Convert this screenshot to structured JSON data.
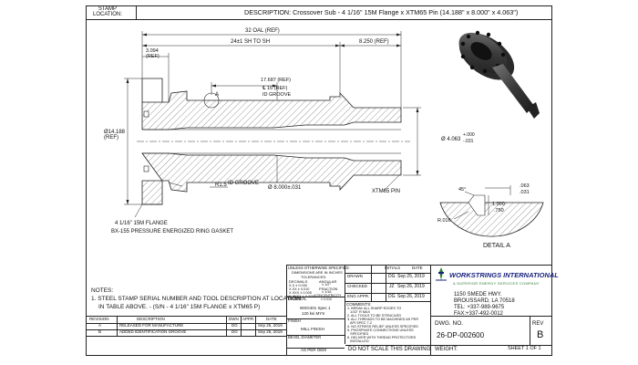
{
  "header": {
    "stamp_label": "STAMP\nLOCATION:",
    "description": "DESCRIPTION: Crossover Sub -  4 1/16\" 15M Flange x XTM65 Pin (14.188\" x 8.000\" x 4.063\")"
  },
  "dimensions": {
    "oal": "32 OAL (REF)",
    "sh_to_sh": "24±1 SH TO SH",
    "pin_len": "8.250 (REF)",
    "flange_thk": "3.094\n(REF)",
    "groove_loc": "17.687 (REF)",
    "cl_ref": "℄ 16 (REF)",
    "id_groove_top": "ID GROOVE",
    "detail_callout": "A",
    "od_flange": "Ø14.188\n(REF)",
    "od_pin": "Ø 4.063",
    "od_pin_tol_top": "+.000",
    "od_pin_tol_bot": "-.031",
    "radius": "R1.5",
    "id_groove_bot": "ID GROOVE",
    "bore": "Ø 8.000±.031",
    "xtm_pin": "XTM65 PIN",
    "flange_note_1": "4 1/16\" 15M FLANGE",
    "flange_note_2": "BX-155 PRESSURE ENERGIZED RING GASKET"
  },
  "detail": {
    "title": "DETAIL A",
    "angle": "45°",
    "tol_top": ".063",
    "tol_bot": ".031",
    "depth_top": "1.000",
    "depth_bot": ".750",
    "radius": "R.016"
  },
  "notes": {
    "title": "NOTES:",
    "line1": "1. STEEL STAMP SERIAL NUMBER AND TOOL DESCRIPTION AT LOCATION",
    "line2": "IN TABLE ABOVE. - (S/N - 4 1/16\" 15M FLANGE x XTM65 P)"
  },
  "revisions": {
    "headers": [
      "REVISION",
      "DESCRIPTION",
      "DWN",
      "APPR",
      "DATE"
    ],
    "rows": [
      [
        "A",
        "RELEASED FOR MANUFACTURE",
        "DG",
        "",
        "Sep 25, 2019"
      ],
      [
        "B",
        "ADDED IDENTIFICATION GROOVE",
        "DG",
        "",
        "Sep 26, 2019"
      ]
    ]
  },
  "spec_block": {
    "unless": "UNLESS OTHERWISE SPECIFIED:",
    "dims": "DIMENSIONS ARE IN INCHES",
    "tol": "TOLERANCES:",
    "dec_label": "DECIMALS",
    "dec1": "X.X ± 0.030",
    "dec2": "X.XX ± 0.010",
    "dec3": "X.XXX ± 0.005",
    "dec4": "X.XXXX ± 0.0005",
    "ang_label": "ANGULAR",
    "ang1": "± 1/2°",
    "frac_label": "FRACTION",
    "frac1": "± 1/16",
    "conc_label": "CONCENTRICITY",
    "conc1": "± 0.010",
    "material_label": "MATERIAL",
    "material1": "WSG401 Spec 1",
    "material2": "120 ksi MYS",
    "finish_label": "FINISH",
    "finish1": "MILL FINISH",
    "bevel_label": "BEVEL DIAMETER",
    "bevel1": "AS PER OEM"
  },
  "approvals": {
    "headers": [
      "",
      "INITIALS",
      "DATE"
    ],
    "rows": [
      [
        "DRAWN",
        "DG",
        "Sep 25, 2019"
      ],
      [
        "CHECKED",
        "JZ",
        "Sep 26, 2019"
      ],
      [
        "ENG APPR.",
        "DG",
        "Sep 26, 2019"
      ]
    ]
  },
  "comments": {
    "title": "COMMENTS:",
    "lines": [
      "1. BREAK ALL SHARP EDGES TO",
      "   1/32\" R MAX",
      "2. ALL TOOLS TO BE STENCILED",
      "3. ALL THREADS TO BE MACHINED AS PER",
      "   API SPEC 7-2",
      "4. NO STRESS RELIEF UNLESS SPECIFIED",
      "5. PHOSPHATE CONNECTIONS UNLESS",
      "   SPECIFIED",
      "6. DELIVER WITH THREAD PROTECTORS",
      "   INSTALLED"
    ]
  },
  "company": {
    "name": "WORKSTRINGS INTERNATIONAL",
    "tagline": "A SUPERIOR ENERGY SERVICES COMPANY",
    "addr1": "1150 SMEDE HWY.",
    "addr2": "BROUSSARD, LA 70518",
    "tel": "TEL: +337-989-9675",
    "fax": "FAX:+337-492-0012"
  },
  "title_block": {
    "dwg_label": "DWG. NO.",
    "dwg_no": "26-DP-002600",
    "rev_label": "REV",
    "rev": "B",
    "do_not_scale": "DO NOT SCALE THIS DRAWING",
    "weight": "WEIGHT:",
    "sheet": "SHEET 1 OF 1"
  },
  "colors": {
    "line": "#222222",
    "hatch": "#555555",
    "logo_green": "#2e7d32",
    "logo_blue": "#1a237e",
    "part_dark": "#3a3a3a"
  }
}
